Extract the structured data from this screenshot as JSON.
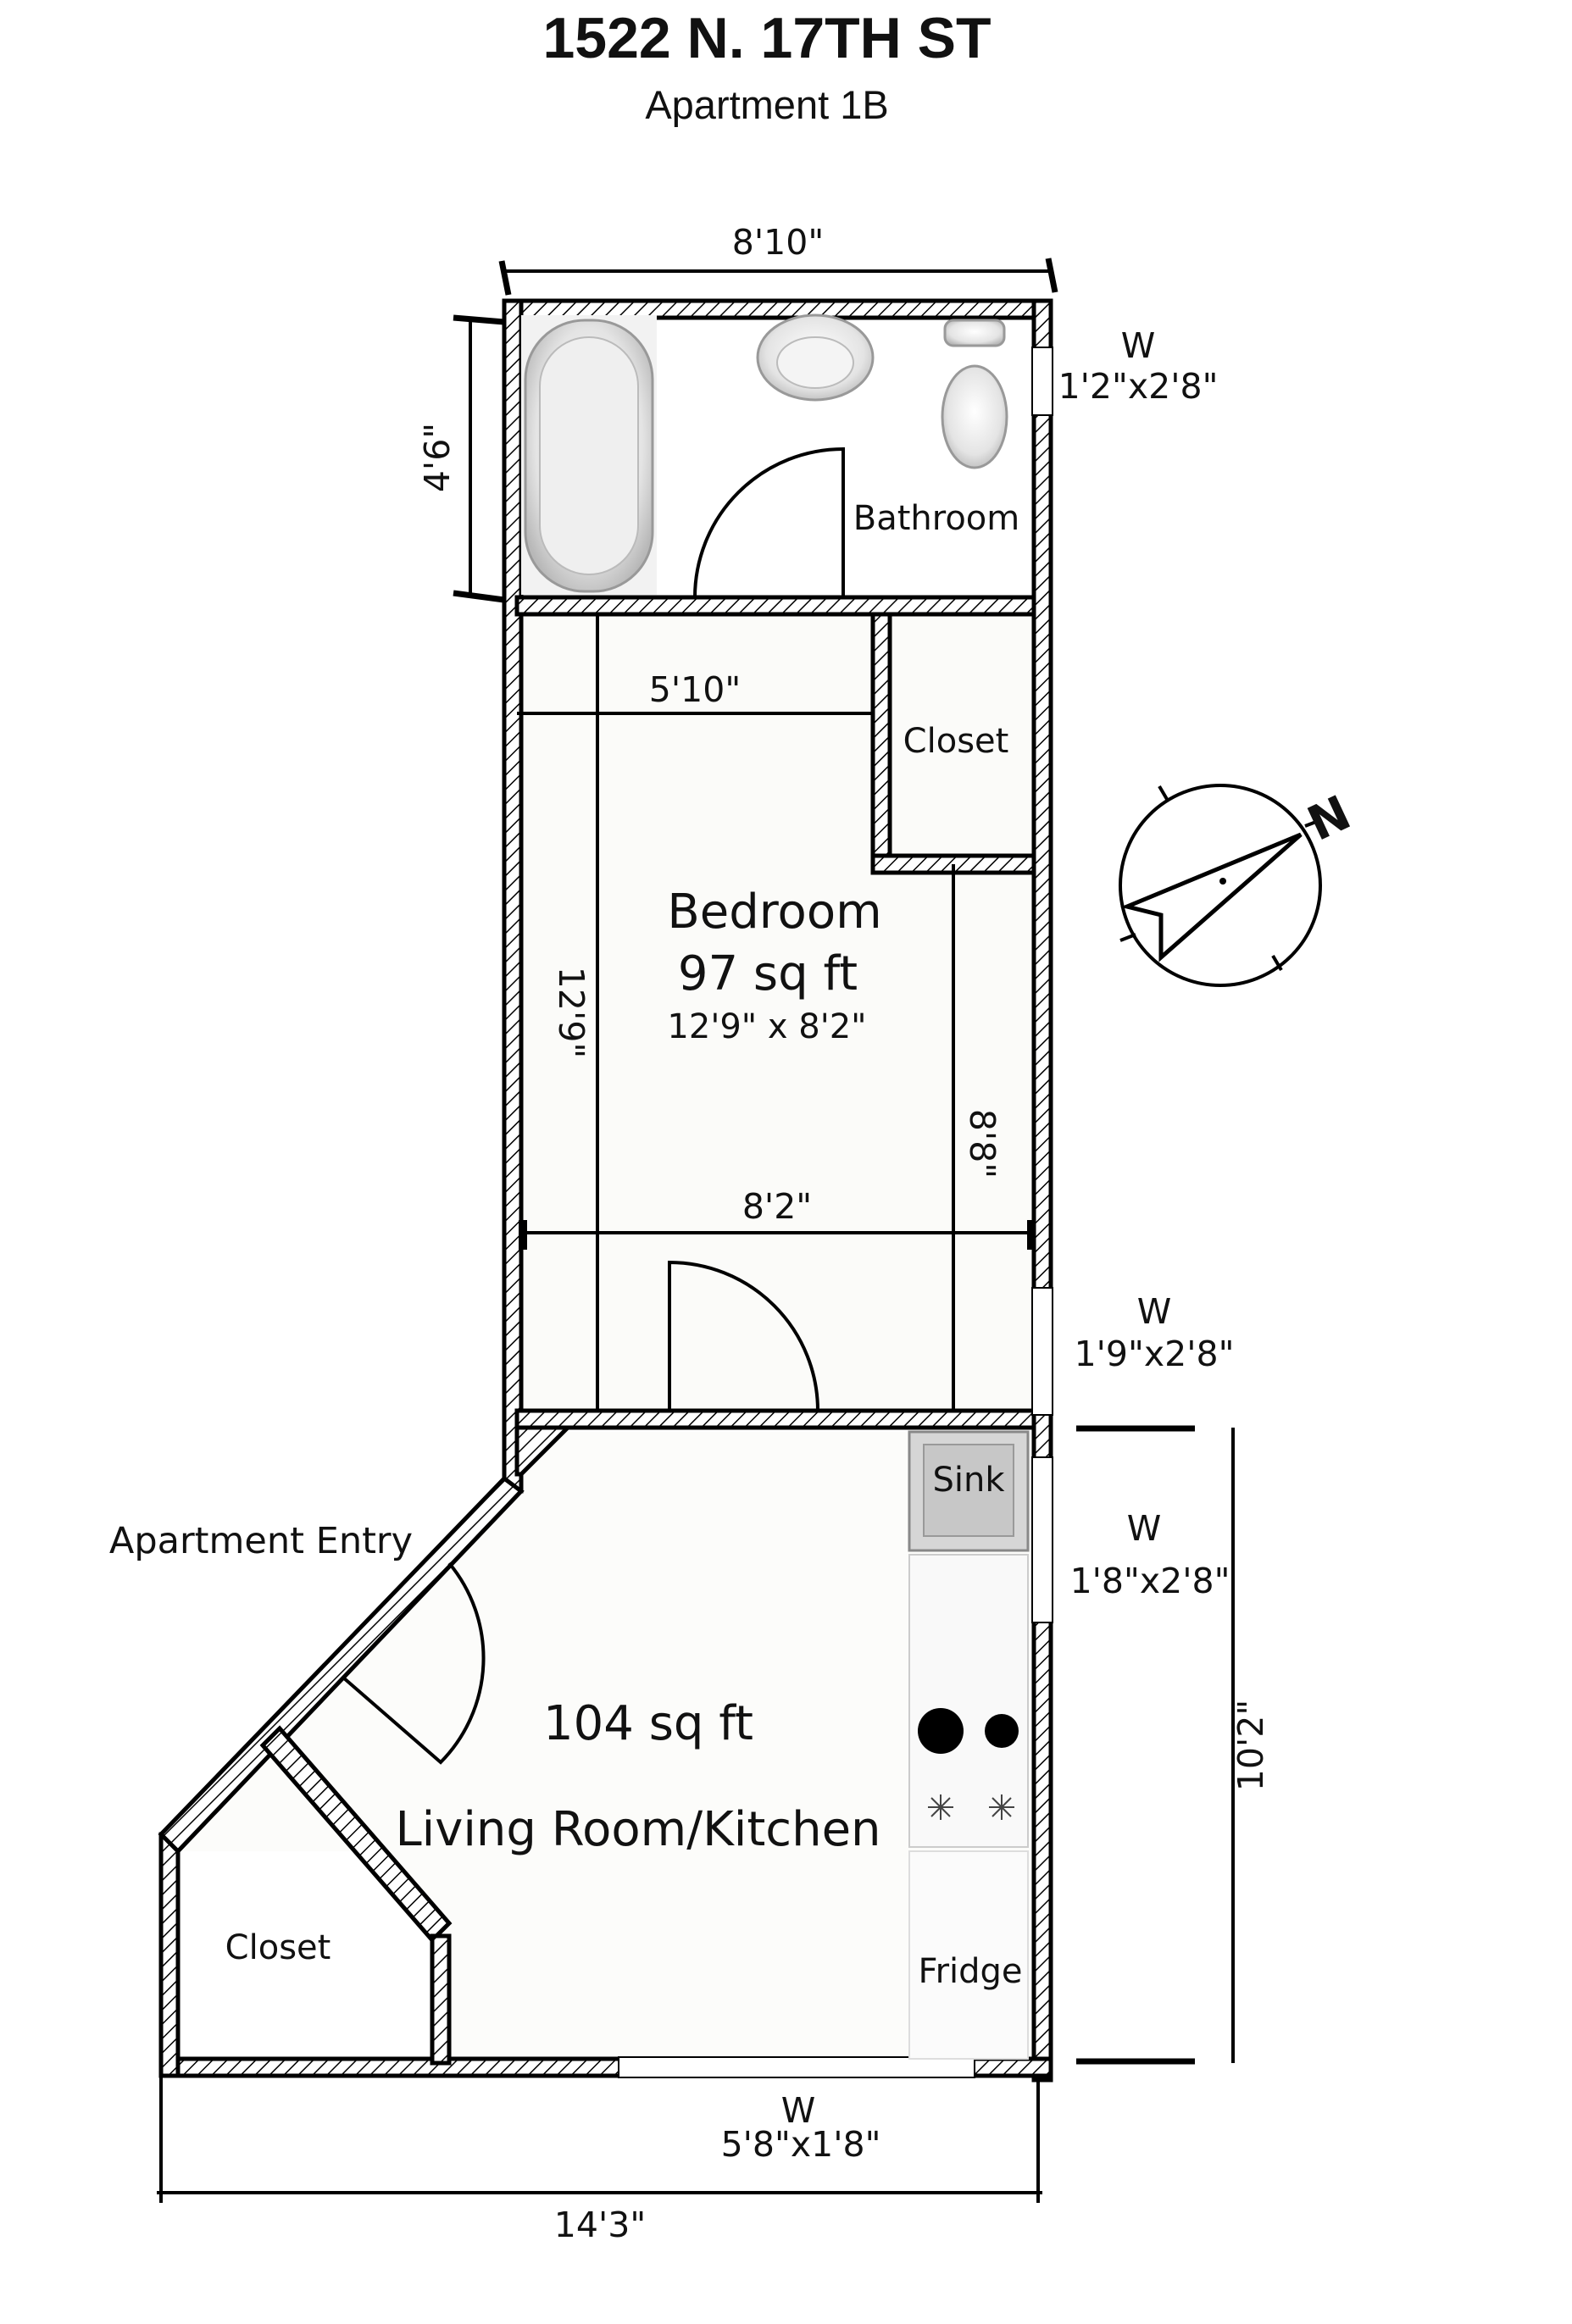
{
  "header": {
    "title": "1522 N. 17TH ST",
    "subtitle": "Apartment 1B"
  },
  "rooms": {
    "bathroom": "Bathroom",
    "closet_top": "Closet",
    "bedroom_name": "Bedroom",
    "bedroom_area": "97 sq ft",
    "bedroom_size": "12'9\" x 8'2\"",
    "living_area": "104 sq ft",
    "living_name": "Living Room/Kitchen",
    "closet_bottom": "Closet",
    "apartment_entry": "Apartment Entry"
  },
  "fixtures": {
    "sink": "Sink",
    "fridge": "Fridge"
  },
  "dimensions": {
    "top_width": "8'10\"",
    "bath_height": "4'6\"",
    "bedroom_closet_width": "5'10\"",
    "bedroom_height": "12'9\"",
    "bedroom_side": "8'8\"",
    "bedroom_width": "8'2\"",
    "living_height": "10'2\"",
    "bottom_width": "14'3\""
  },
  "windows": [
    {
      "label": "W",
      "size": "1'2\"x2'8\""
    },
    {
      "label": "W",
      "size": "1'9\"x2'8\""
    },
    {
      "label": "W",
      "size": "1'8\"x2'8\""
    },
    {
      "label": "W",
      "size": "5'8\"x1'8\""
    }
  ],
  "compass": {
    "north": "N"
  }
}
